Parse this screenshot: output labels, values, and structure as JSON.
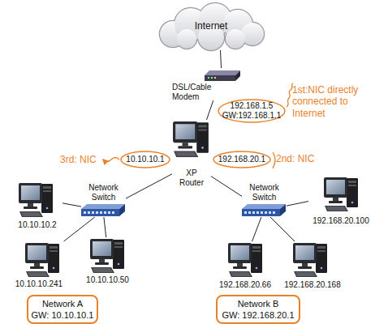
{
  "diagram": {
    "nodes": [
      {
        "text": [
          "Internet"
        ]
      },
      {
        "text": [
          "DSL/Cable Modem"
        ]
      },
      {
        "text": [
          "192.168.1.5",
          "GW:192.168.1.1"
        ]
      },
      {
        "text": [
          "10.10.10.1"
        ]
      },
      {
        "text": [
          "XP Router"
        ]
      },
      {
        "text": [
          "192.168.20.1"
        ]
      },
      {
        "text": [
          "Network Switch"
        ]
      },
      {
        "text": [
          "Network Switch"
        ]
      },
      {
        "text": [
          "10.10.10.2"
        ]
      },
      {
        "text": [
          "192.168.20.100"
        ]
      },
      {
        "text": [
          "10.10.10.241"
        ]
      },
      {
        "text": [
          "10.10.10.50"
        ]
      },
      {
        "text": [
          "192.168.20.66"
        ]
      },
      {
        "text": [
          "192.168.20.168"
        ]
      },
      {
        "text": [
          "Network A",
          "GW: 10.10.10.1"
        ]
      },
      {
        "text": [
          "Network B",
          "GW: 192.168.20.1"
        ]
      }
    ],
    "edges": [
      {
        "from": 0,
        "to": 1,
        "arrow": "none"
      },
      {
        "from": 1,
        "to": 4,
        "arrow": "none"
      },
      {
        "from": 4,
        "to": 6,
        "arrow": "none"
      },
      {
        "from": 4,
        "to": 7,
        "arrow": "none"
      },
      {
        "from": 6,
        "to": 8,
        "arrow": "none"
      },
      {
        "from": 6,
        "to": 10,
        "arrow": "none"
      },
      {
        "from": 6,
        "to": 11,
        "arrow": "none"
      },
      {
        "from": 7,
        "to": 9,
        "arrow": "none"
      },
      {
        "from": 7,
        "to": 12,
        "arrow": "none"
      },
      {
        "from": 7,
        "to": 13,
        "arrow": "none"
      }
    ],
    "labels": [
      "1st:NIC directly connected to Internet",
      "3rd: NIC",
      "2nd: NIC"
    ]
  }
}
